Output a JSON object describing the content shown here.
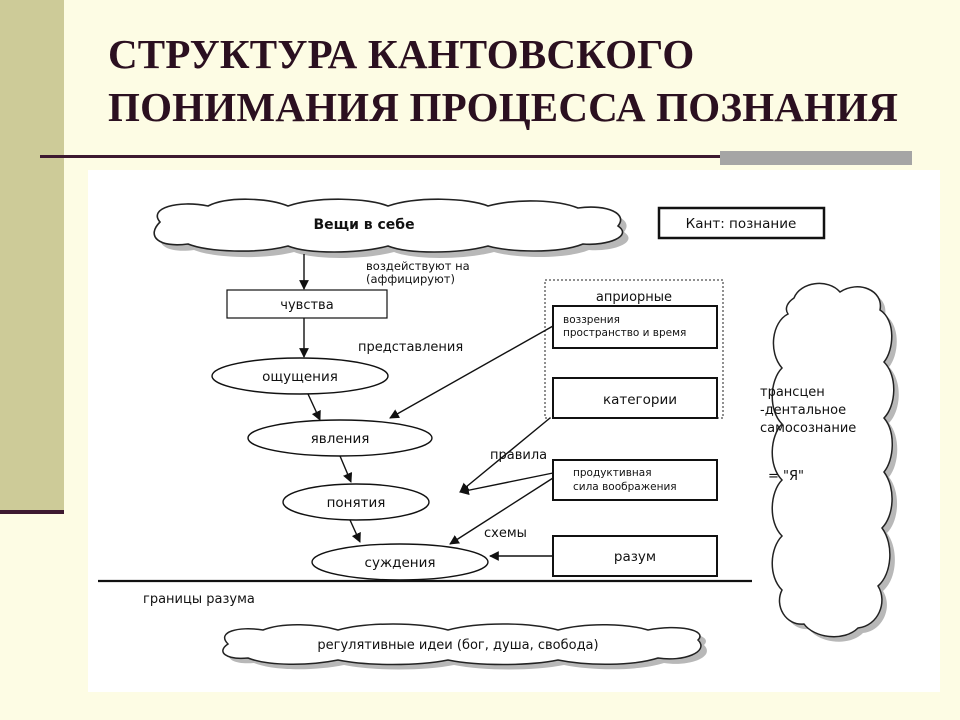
{
  "slide": {
    "title_line1": "СТРУКТУРА КАНТОВСКОГО",
    "title_line2": "ПОНИМАНИЯ ПРОЦЕССА ПОЗНАНИЯ"
  },
  "diagram": {
    "things_in_themselves": "Вещи в себе",
    "legend": "Кант: познание",
    "affect_label_line1": "воздействуют на",
    "affect_label_line2": "(аффицируют)",
    "senses": "чувства",
    "representations": "представления",
    "sensations": "ощущения",
    "phenomena": "явления",
    "concepts": "понятия",
    "judgments": "суждения",
    "rules": "правила",
    "schemes": "схемы",
    "apriori": "априорные",
    "intuitions_line1": "воззрения",
    "intuitions_line2": "пространство и время",
    "categories": "категории",
    "imagination_line1": "продуктивная",
    "imagination_line2": "сила воображения",
    "reason": "разум",
    "limits": "границы разума",
    "regulative": "регулятивные идеи (бог, душа, свобода)",
    "transcendental_line1": "трансцен",
    "transcendental_line2": "-дентальное",
    "transcendental_line3": "самосознание",
    "ego": "= \"Я\""
  }
}
